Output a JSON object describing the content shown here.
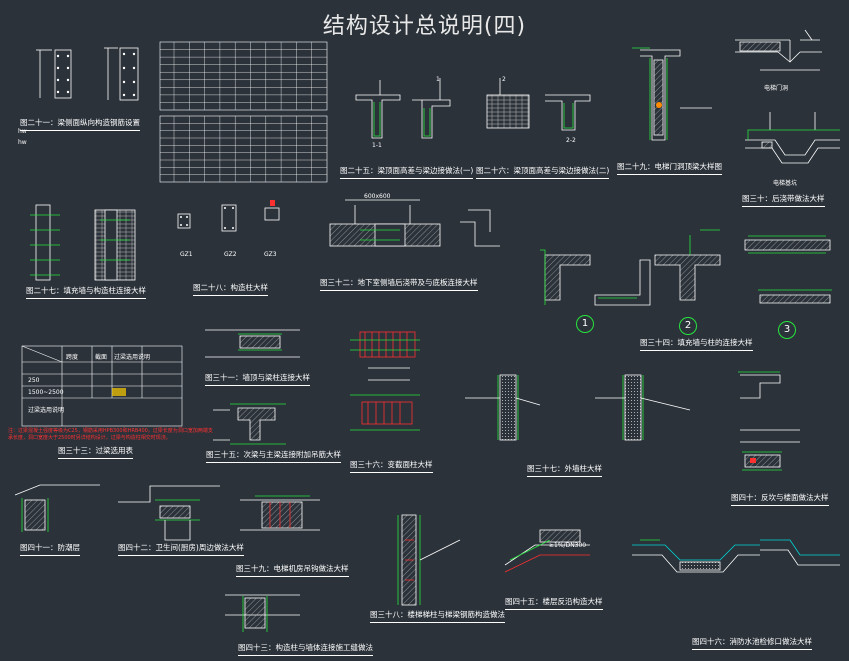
{
  "sheet_title": "结构设计总说明(四)",
  "captions": [
    {
      "id": "c21",
      "text": "图二十一：梁侧面纵向构造钢筋设置"
    },
    {
      "id": "c25",
      "text": "图二十五：梁顶面高差与梁边接做法(一)"
    },
    {
      "id": "c26",
      "text": "图二十六：梁顶面高差与梁边接做法(二)"
    },
    {
      "id": "c29",
      "text": "图二十九：电梯门洞顶梁大样图"
    },
    {
      "id": "c30",
      "text": "图三十：后浇带做法大样"
    },
    {
      "id": "c27",
      "text": "图二十七：填充墙与构造柱连接大样"
    },
    {
      "id": "c28",
      "text": "图二十八：构造柱大样"
    },
    {
      "id": "c32",
      "text": "图三十二：地下室侧墙后浇带及与底板连接大样"
    },
    {
      "id": "c34",
      "text": "图三十四：填充墙与柱的连接大样"
    },
    {
      "id": "c31",
      "text": "图三十一：墙顶与梁柱连接大样"
    },
    {
      "id": "c33",
      "text": "图三十三：过梁选用表"
    },
    {
      "id": "c35",
      "text": "图三十五：次梁与主梁连接附加吊筋大样"
    },
    {
      "id": "c36",
      "text": "图三十六：变截面柱大样"
    },
    {
      "id": "c37",
      "text": "图三十七：外墙柱大样"
    },
    {
      "id": "c40",
      "text": "图四十：反坎与楼面做法大样"
    },
    {
      "id": "c41",
      "text": "图四十一：防潮层"
    },
    {
      "id": "c42",
      "text": "图四十二：卫生间(厨房)周边做法大样"
    },
    {
      "id": "c39",
      "text": "图三十九：电梯机房吊钩做法大样"
    },
    {
      "id": "c38",
      "text": "图三十八：楼梯梯柱与梯梁钢筋构造做法"
    },
    {
      "id": "c45",
      "text": "图四十五：楼层反沿构造大样"
    },
    {
      "id": "c43",
      "text": "图四十三：构造柱与墙体连接施工缝做法"
    },
    {
      "id": "c46",
      "text": "图四十六：消防水池检修口做法大样"
    }
  ],
  "labels": {
    "hw1": "hw",
    "hw2": "hw",
    "s11": "1-1",
    "s22": "2-2",
    "n1": "1",
    "n2": "2",
    "gz1": "GZ1",
    "gz2": "GZ2",
    "gz3": "GZ3",
    "dim600": "600x600",
    "elev_pit": "电梯基坑",
    "elev_door": "电梯门洞",
    "xtd": "≥1%/DN300"
  },
  "circles": [
    "1",
    "2",
    "3"
  ],
  "lintel_table": {
    "head": [
      "跨度",
      "截面",
      "过梁选用说明"
    ],
    "rows": [
      [
        "",
        "",
        "",
        "",
        ""
      ],
      [
        "250",
        "",
        ""
      ],
      [
        "1500~2500",
        "",
        ""
      ],
      [
        "过梁选用说明",
        "",
        ""
      ]
    ]
  },
  "red_note": "注：过梁混凝土强度等级为C25，钢筋采用HPB300和HRB400，过梁长度为洞口宽加两端支承长度，洞口宽度大于2500时另详结构设计，过梁与构造柱相交时现浇。"
}
